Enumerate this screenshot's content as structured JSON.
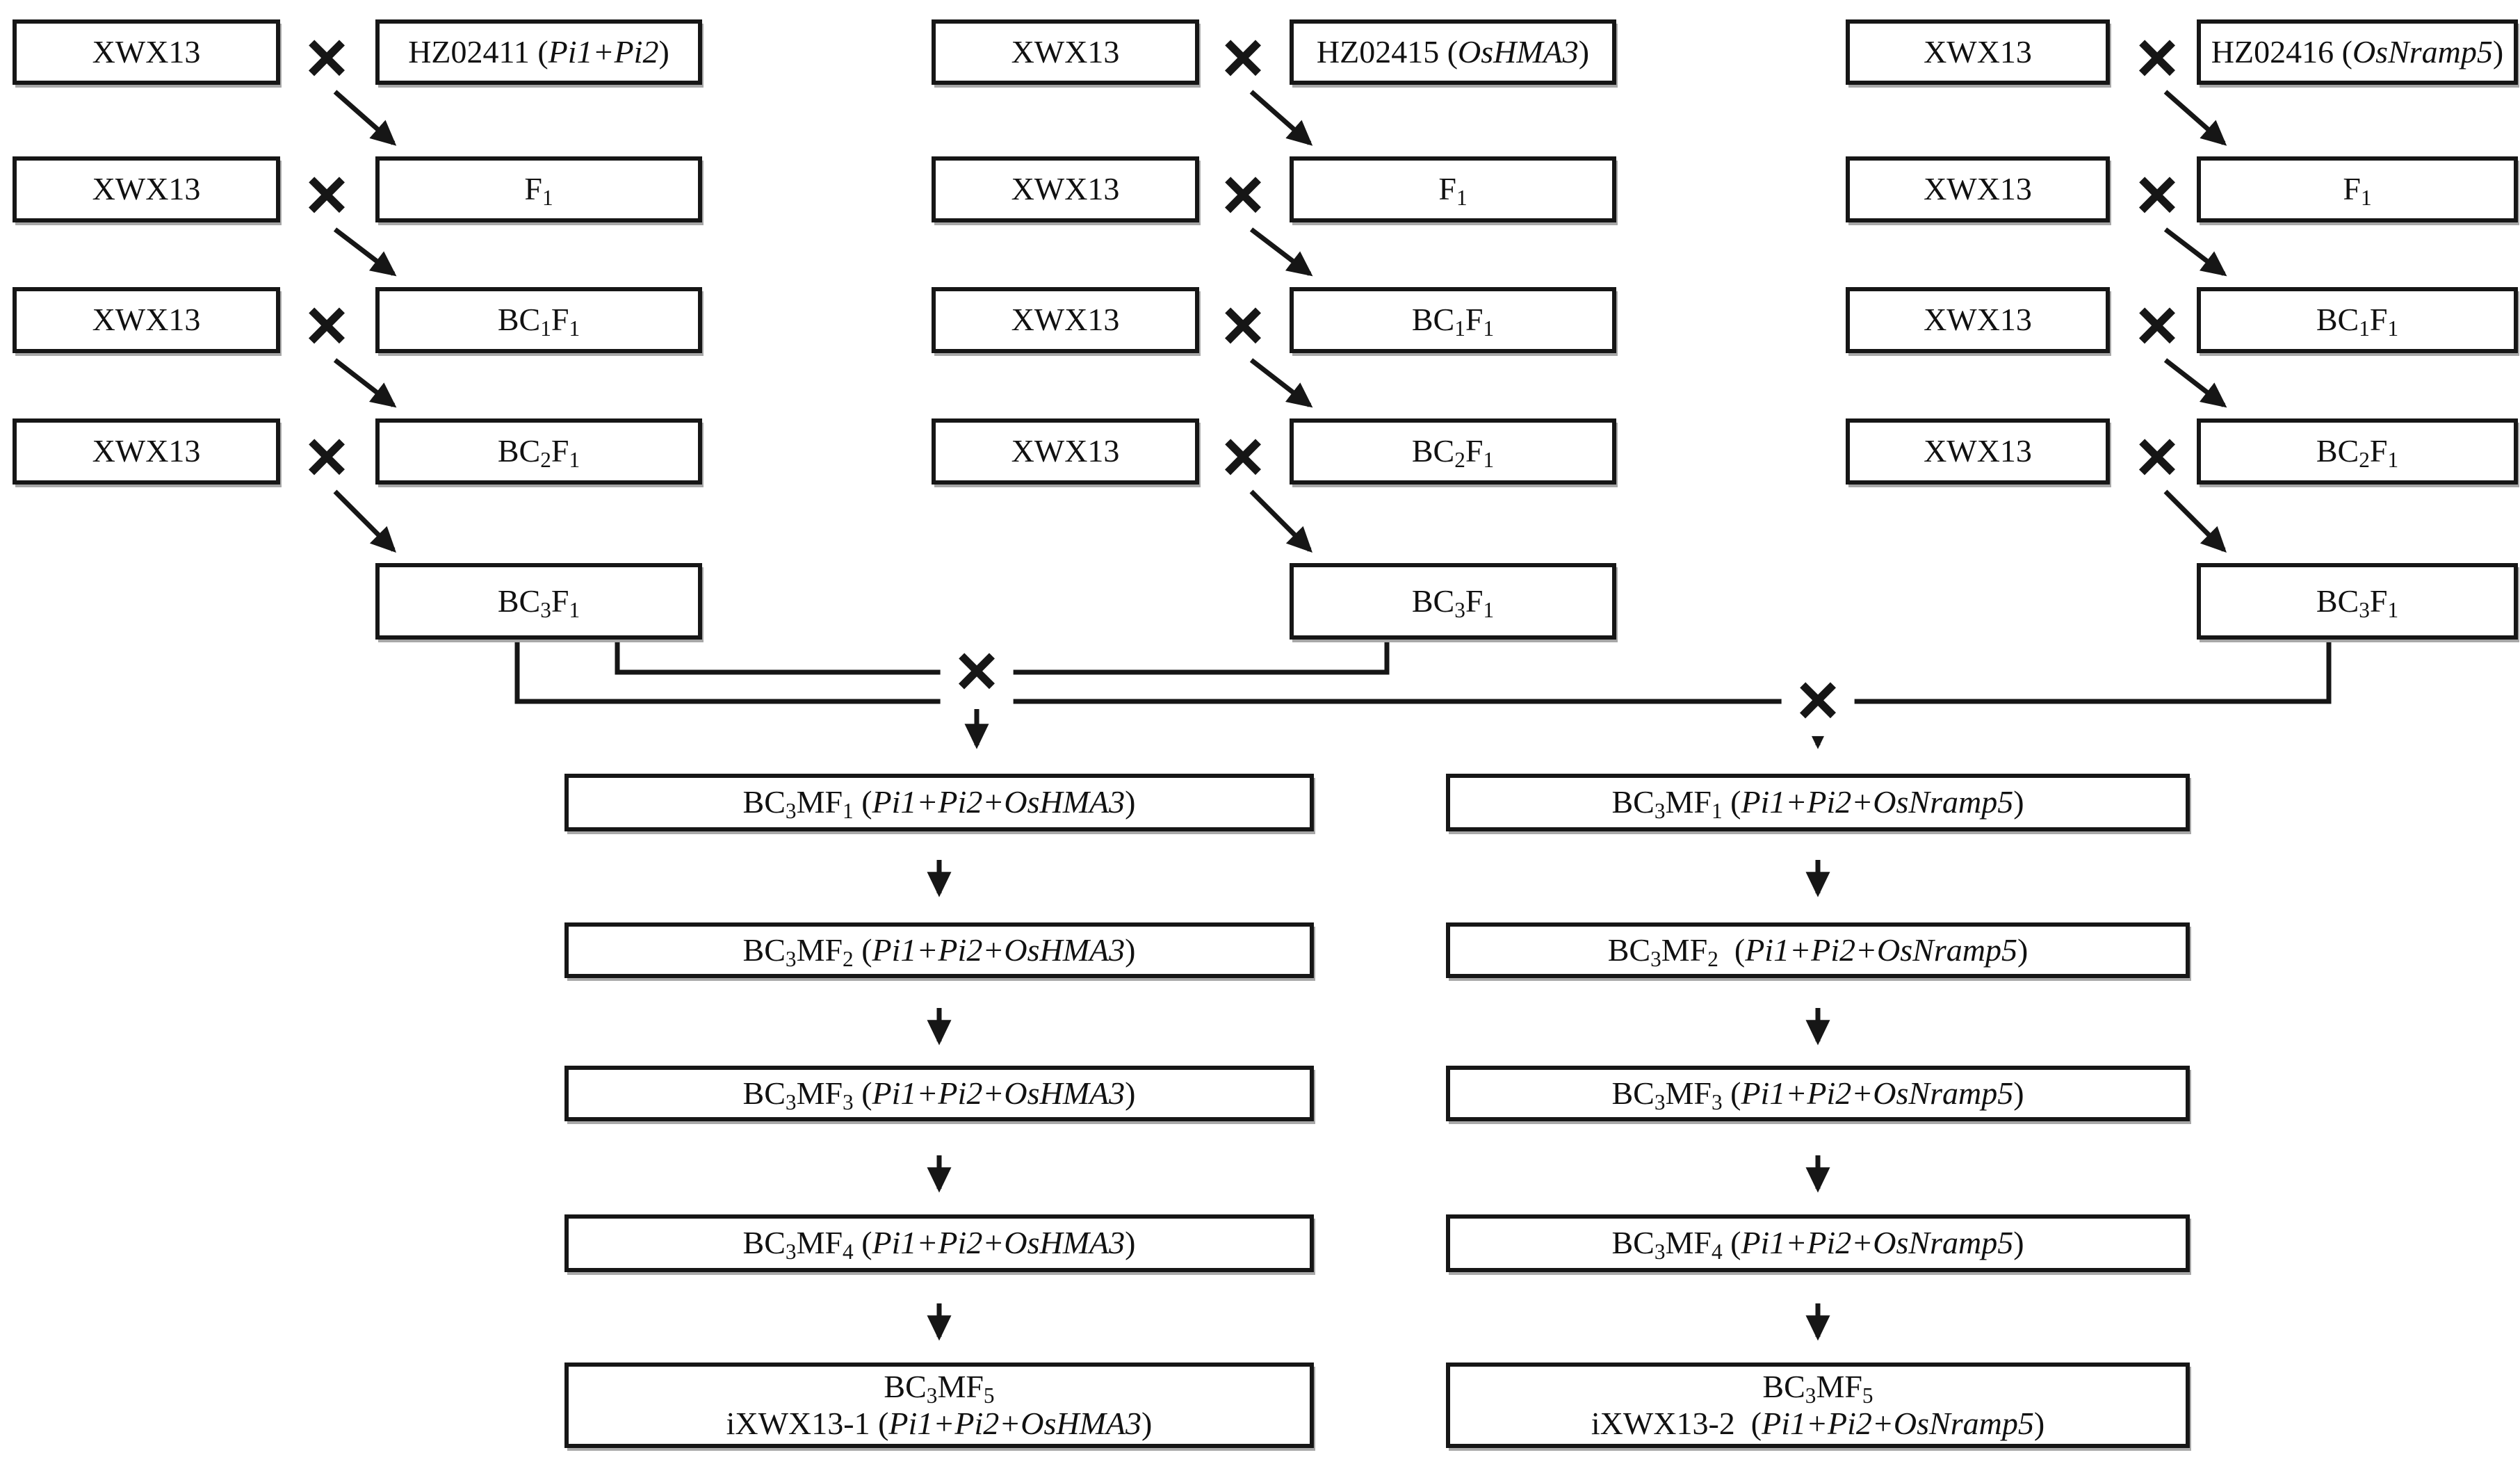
{
  "symbols": {
    "cross": "×"
  },
  "pedigree": {
    "recurrent_parent": "XWX13",
    "columns": [
      {
        "id": "pi1-pi2",
        "rows": [
          [
            [
              "HZ02411 ("
            ],
            [
              "Pi1+Pi2",
              "i"
            ],
            [
              ")"
            ]
          ],
          [
            [
              "F"
            ],
            [
              "1",
              "s"
            ]
          ],
          [
            [
              "BC"
            ],
            [
              "1",
              "s"
            ],
            [
              "F"
            ],
            [
              "1",
              "s"
            ]
          ],
          [
            [
              "BC"
            ],
            [
              "2",
              "s"
            ],
            [
              "F"
            ],
            [
              "1",
              "s"
            ]
          ],
          [
            [
              "BC"
            ],
            [
              "3",
              "s"
            ],
            [
              "F"
            ],
            [
              "1",
              "s"
            ]
          ]
        ]
      },
      {
        "id": "oshma3",
        "rows": [
          [
            [
              "HZ02415 ("
            ],
            [
              "OsHMA3",
              "i"
            ],
            [
              ")"
            ]
          ],
          [
            [
              "F"
            ],
            [
              "1",
              "s"
            ]
          ],
          [
            [
              "BC"
            ],
            [
              "1",
              "s"
            ],
            [
              "F"
            ],
            [
              "1",
              "s"
            ]
          ],
          [
            [
              "BC"
            ],
            [
              "2",
              "s"
            ],
            [
              "F"
            ],
            [
              "1",
              "s"
            ]
          ],
          [
            [
              "BC"
            ],
            [
              "3",
              "s"
            ],
            [
              "F"
            ],
            [
              "1",
              "s"
            ]
          ]
        ]
      },
      {
        "id": "osnramp5",
        "rows": [
          [
            [
              "HZ02416 ("
            ],
            [
              "OsNramp5",
              "i"
            ],
            [
              ")"
            ]
          ],
          [
            [
              "F"
            ],
            [
              "1",
              "s"
            ]
          ],
          [
            [
              "BC"
            ],
            [
              "1",
              "s"
            ],
            [
              "F"
            ],
            [
              "1",
              "s"
            ]
          ],
          [
            [
              "BC"
            ],
            [
              "2",
              "s"
            ],
            [
              "F"
            ],
            [
              "1",
              "s"
            ]
          ],
          [
            [
              "BC"
            ],
            [
              "3",
              "s"
            ],
            [
              "F"
            ],
            [
              "1",
              "s"
            ]
          ]
        ]
      }
    ],
    "derived": [
      {
        "id": "ixwx13-1",
        "generations": [
          [
            [
              "BC"
            ],
            [
              "3",
              "s"
            ],
            [
              "MF"
            ],
            [
              "1",
              "s"
            ],
            [
              " ("
            ],
            [
              "Pi1+Pi2+OsHMA3",
              "i"
            ],
            [
              ")"
            ]
          ],
          [
            [
              "BC"
            ],
            [
              "3",
              "s"
            ],
            [
              "MF"
            ],
            [
              "2",
              "s"
            ],
            [
              " ("
            ],
            [
              "Pi1+Pi2+OsHMA3",
              "i"
            ],
            [
              ")"
            ]
          ],
          [
            [
              "BC"
            ],
            [
              "3",
              "s"
            ],
            [
              "MF"
            ],
            [
              "3",
              "s"
            ],
            [
              " ("
            ],
            [
              "Pi1+Pi2+OsHMA3",
              "i"
            ],
            [
              ")"
            ]
          ],
          [
            [
              "BC"
            ],
            [
              "3",
              "s"
            ],
            [
              "MF"
            ],
            [
              "4",
              "s"
            ],
            [
              " ("
            ],
            [
              "Pi1+Pi2+OsHMA3",
              "i"
            ],
            [
              ")"
            ]
          ]
        ],
        "final_line1": [
          [
            "BC"
          ],
          [
            "3",
            "s"
          ],
          [
            "MF"
          ],
          [
            "5",
            "s"
          ]
        ],
        "final_line2": [
          [
            "iXWX13-1 ("
          ],
          [
            "Pi1+Pi2+OsHMA3",
            "i"
          ],
          [
            ")"
          ]
        ]
      },
      {
        "id": "ixwx13-2",
        "generations": [
          [
            [
              "BC"
            ],
            [
              "3",
              "s"
            ],
            [
              "MF"
            ],
            [
              "1",
              "s"
            ],
            [
              " ("
            ],
            [
              "Pi1+Pi2+OsNramp5",
              "i"
            ],
            [
              ")"
            ]
          ],
          [
            [
              "BC"
            ],
            [
              "3",
              "s"
            ],
            [
              "MF"
            ],
            [
              "2",
              "s"
            ],
            [
              "  ("
            ],
            [
              "Pi1+Pi2+OsNramp5",
              "i"
            ],
            [
              ")"
            ]
          ],
          [
            [
              "BC"
            ],
            [
              "3",
              "s"
            ],
            [
              "MF"
            ],
            [
              "3",
              "s"
            ],
            [
              " ("
            ],
            [
              "Pi1+Pi2+OsNramp5",
              "i"
            ],
            [
              ")"
            ]
          ],
          [
            [
              "BC"
            ],
            [
              "3",
              "s"
            ],
            [
              "MF"
            ],
            [
              "4",
              "s"
            ],
            [
              " ("
            ],
            [
              "Pi1+Pi2+OsNramp5",
              "i"
            ],
            [
              ")"
            ]
          ]
        ],
        "final_line1": [
          [
            "BC"
          ],
          [
            "3",
            "s"
          ],
          [
            "MF"
          ],
          [
            "5",
            "s"
          ]
        ],
        "final_line2": [
          [
            "iXWX13-2  ("
          ],
          [
            "Pi1+Pi2+OsNramp5",
            "i"
          ],
          [
            ")"
          ]
        ]
      }
    ]
  }
}
